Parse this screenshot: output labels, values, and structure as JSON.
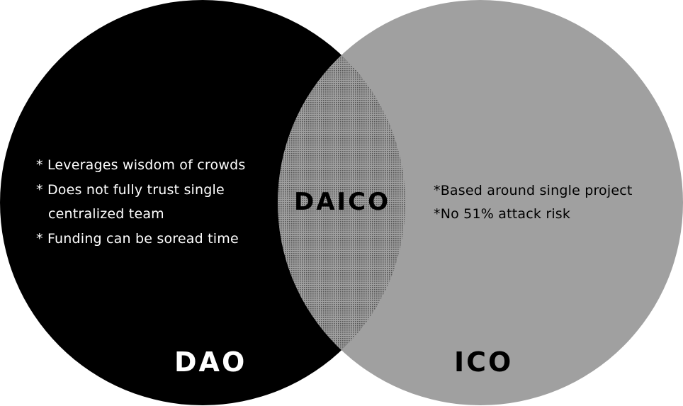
{
  "diagram": {
    "type": "venn",
    "colors": {
      "dao_fill": "#000000",
      "ico_fill": "#a0a0a0",
      "overlap_base": "#a0a0a0",
      "overlap_dots": "#555555",
      "background": "#ffffff"
    },
    "sets": {
      "dao": {
        "title": "DAO",
        "points": [
          "* Leverages wisdom of crowds",
          "* Does not fully trust single",
          "centralized team",
          "* Funding can be soread time"
        ]
      },
      "ico": {
        "title": "ICO",
        "points": [
          "*Based around single project",
          "*No 51% attack risk"
        ]
      },
      "intersection": {
        "title": "DAICO"
      }
    }
  }
}
